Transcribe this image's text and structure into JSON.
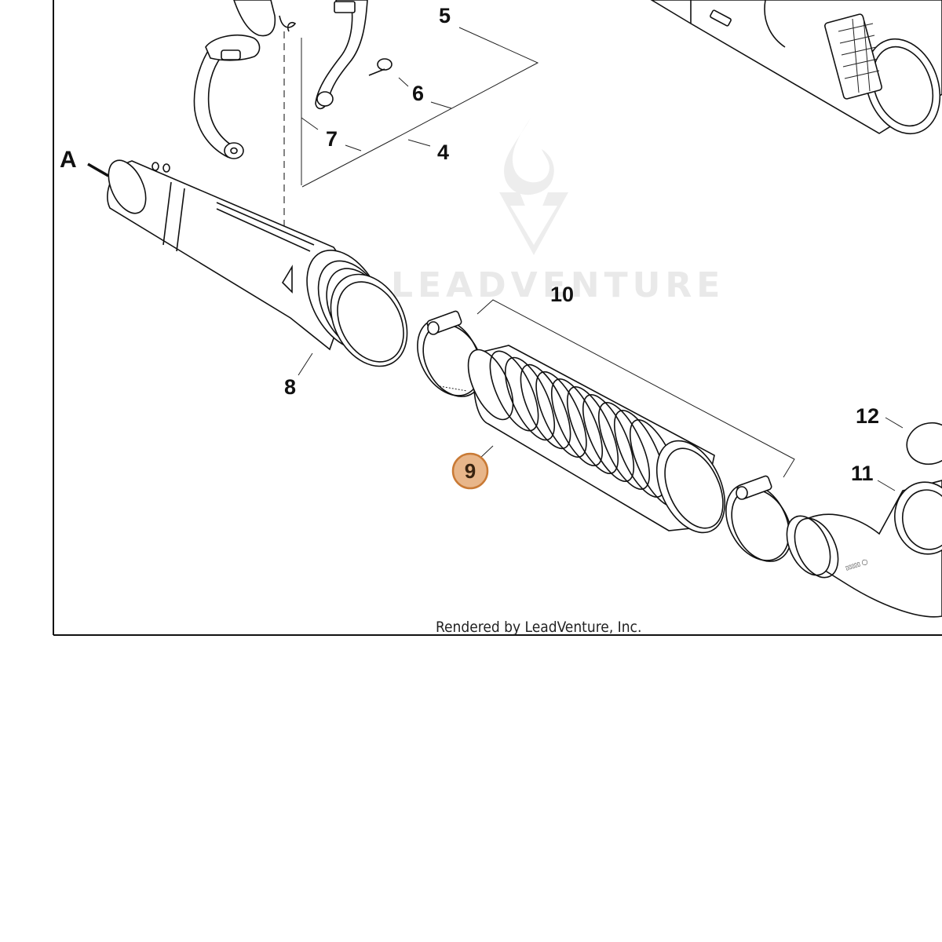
{
  "diagram": {
    "view_marker": "A",
    "part_labels": {
      "p4": "4",
      "p5": "5",
      "p6": "6",
      "p7": "7",
      "p8": "8",
      "p10": "10",
      "p11": "11",
      "p12": "12"
    },
    "highlighted_part": {
      "label": "9",
      "fill_color": "#e8b68a",
      "stroke_color": "#c97a35"
    },
    "credit": "Rendered by LeadVenture, Inc.",
    "watermark": {
      "text": "LEADVENTURE",
      "icon": "flame-v-logo-icon"
    }
  }
}
